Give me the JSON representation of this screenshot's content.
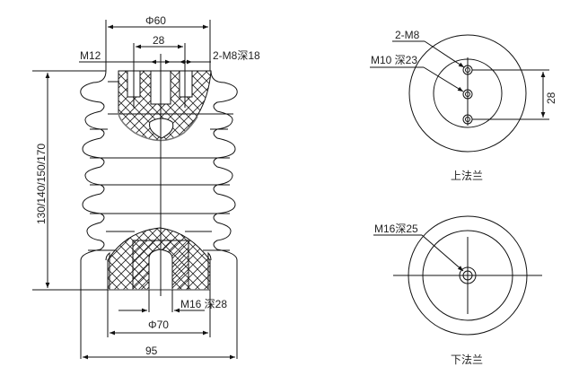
{
  "insulator": {
    "top_diameter": "Φ60",
    "top_spacing": "28",
    "center_thread": "M12",
    "side_holes": "2-M8深18",
    "height": "130/140/150/170",
    "bottom_thread": "M16 深28",
    "bottom_diameter": "Φ70",
    "overall_diameter": "95"
  },
  "upper_flange": {
    "holes_label": "2-M8",
    "center_label": "M10 深23",
    "spacing": "28",
    "caption": "上法兰"
  },
  "lower_flange": {
    "thread_label": "M16深25",
    "caption": "下法兰"
  }
}
